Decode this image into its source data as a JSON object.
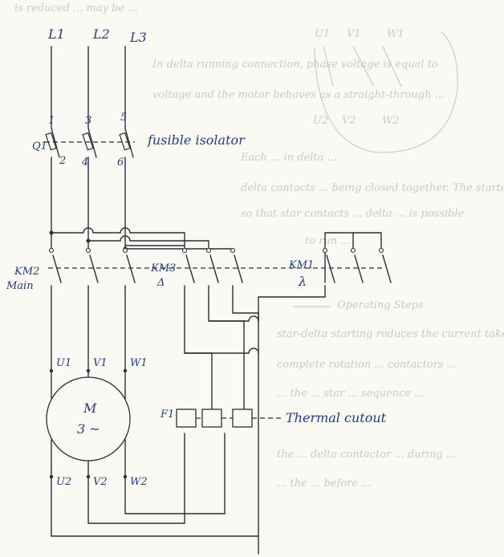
{
  "phases": {
    "l1": "L1",
    "l2": "L2",
    "l3": "L3"
  },
  "isolator": {
    "ref": "Q1",
    "terminals_top": [
      "1",
      "3",
      "5"
    ],
    "terminals_bottom": [
      "2",
      "4",
      "6"
    ],
    "caption": "fusible isolator"
  },
  "contactors": {
    "main_ref": "KM2",
    "main_label": "Main",
    "delta_ref": "KM3",
    "delta_label": "Δ",
    "star_ref": "KM1",
    "star_label": "λ"
  },
  "motor": {
    "symbol": "M",
    "rating": "3 ~",
    "terminals_top": [
      "U1",
      "V1",
      "W1"
    ],
    "terminals_bottom": [
      "U2",
      "V2",
      "W2"
    ]
  },
  "overload": {
    "ref": "F1",
    "caption": "Thermal cutout"
  },
  "winding_sketch": {
    "terminals_top": [
      "U1",
      "V1",
      "W1"
    ],
    "terminals_bottom": [
      "U2",
      "V2",
      "W2"
    ]
  },
  "background_notes": [
    "is reduced ... may be ...",
    "In delta running connection, phase voltage is equal to",
    "voltage and the motor behaves as a straight-through ...",
    "Each ... in delta ...",
    "delta contacts ... being closed together. The starter",
    "so that star contacts ... delta ... is possible",
    "to run ... ",
    "Operating Steps",
    "star-delta starting reduces the current taken",
    "complete rotation ... contactors ...",
    "... the ... star ... sequence ...",
    "the ... delta contactor ... during ...",
    "... the ... before ... "
  ],
  "colors": {
    "ink": "#2a2f3a",
    "label": "#1f3b8a",
    "paper": "#faf9f4"
  }
}
